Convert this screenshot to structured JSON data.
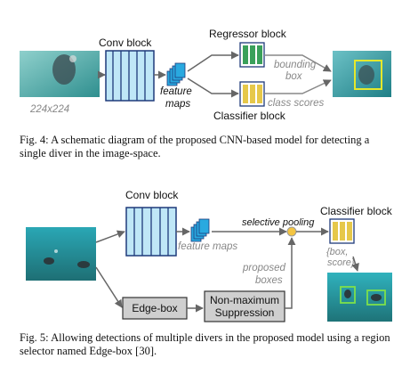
{
  "fig4": {
    "conv_label": "Conv block",
    "regressor_label": "Regressor block",
    "classifier_label": "Classifier block",
    "feature_label_1": "feature",
    "feature_label_2": "maps",
    "input_size_label": "224x224",
    "bbox_label_1": "bounding",
    "bbox_label_2": "box",
    "class_scores_label": "class scores",
    "caption": "Fig. 4: A schematic diagram of the proposed CNN-based model for detecting a single diver in the image-space."
  },
  "fig5": {
    "conv_label": "Conv block",
    "feature_maps_label": "feature maps",
    "selective_pooling_label": "selective pooling",
    "classifier_label": "Classifier block",
    "box_score_label_1": "{box,",
    "box_score_label_2": "score}",
    "proposed_label_1": "proposed",
    "proposed_label_2": "boxes",
    "edgebox_label": "Edge-box",
    "nms_label_1": "Non-maximum",
    "nms_label_2": "Suppression",
    "caption": "Fig. 5: Allowing detections of multiple divers in the proposed model using a region selector named Edge-box [30]."
  },
  "colors": {
    "conv_fill": "#bfe7f7",
    "conv_stroke": "#1e3a7a",
    "feature_fill": "#29a9e0",
    "regressor_fill": "#3aa05a",
    "classifier_fill": "#e6c84a",
    "detection_box": "#e5e82b",
    "gray_box": "#cfcfcf",
    "pool_node": "#f4c542"
  }
}
